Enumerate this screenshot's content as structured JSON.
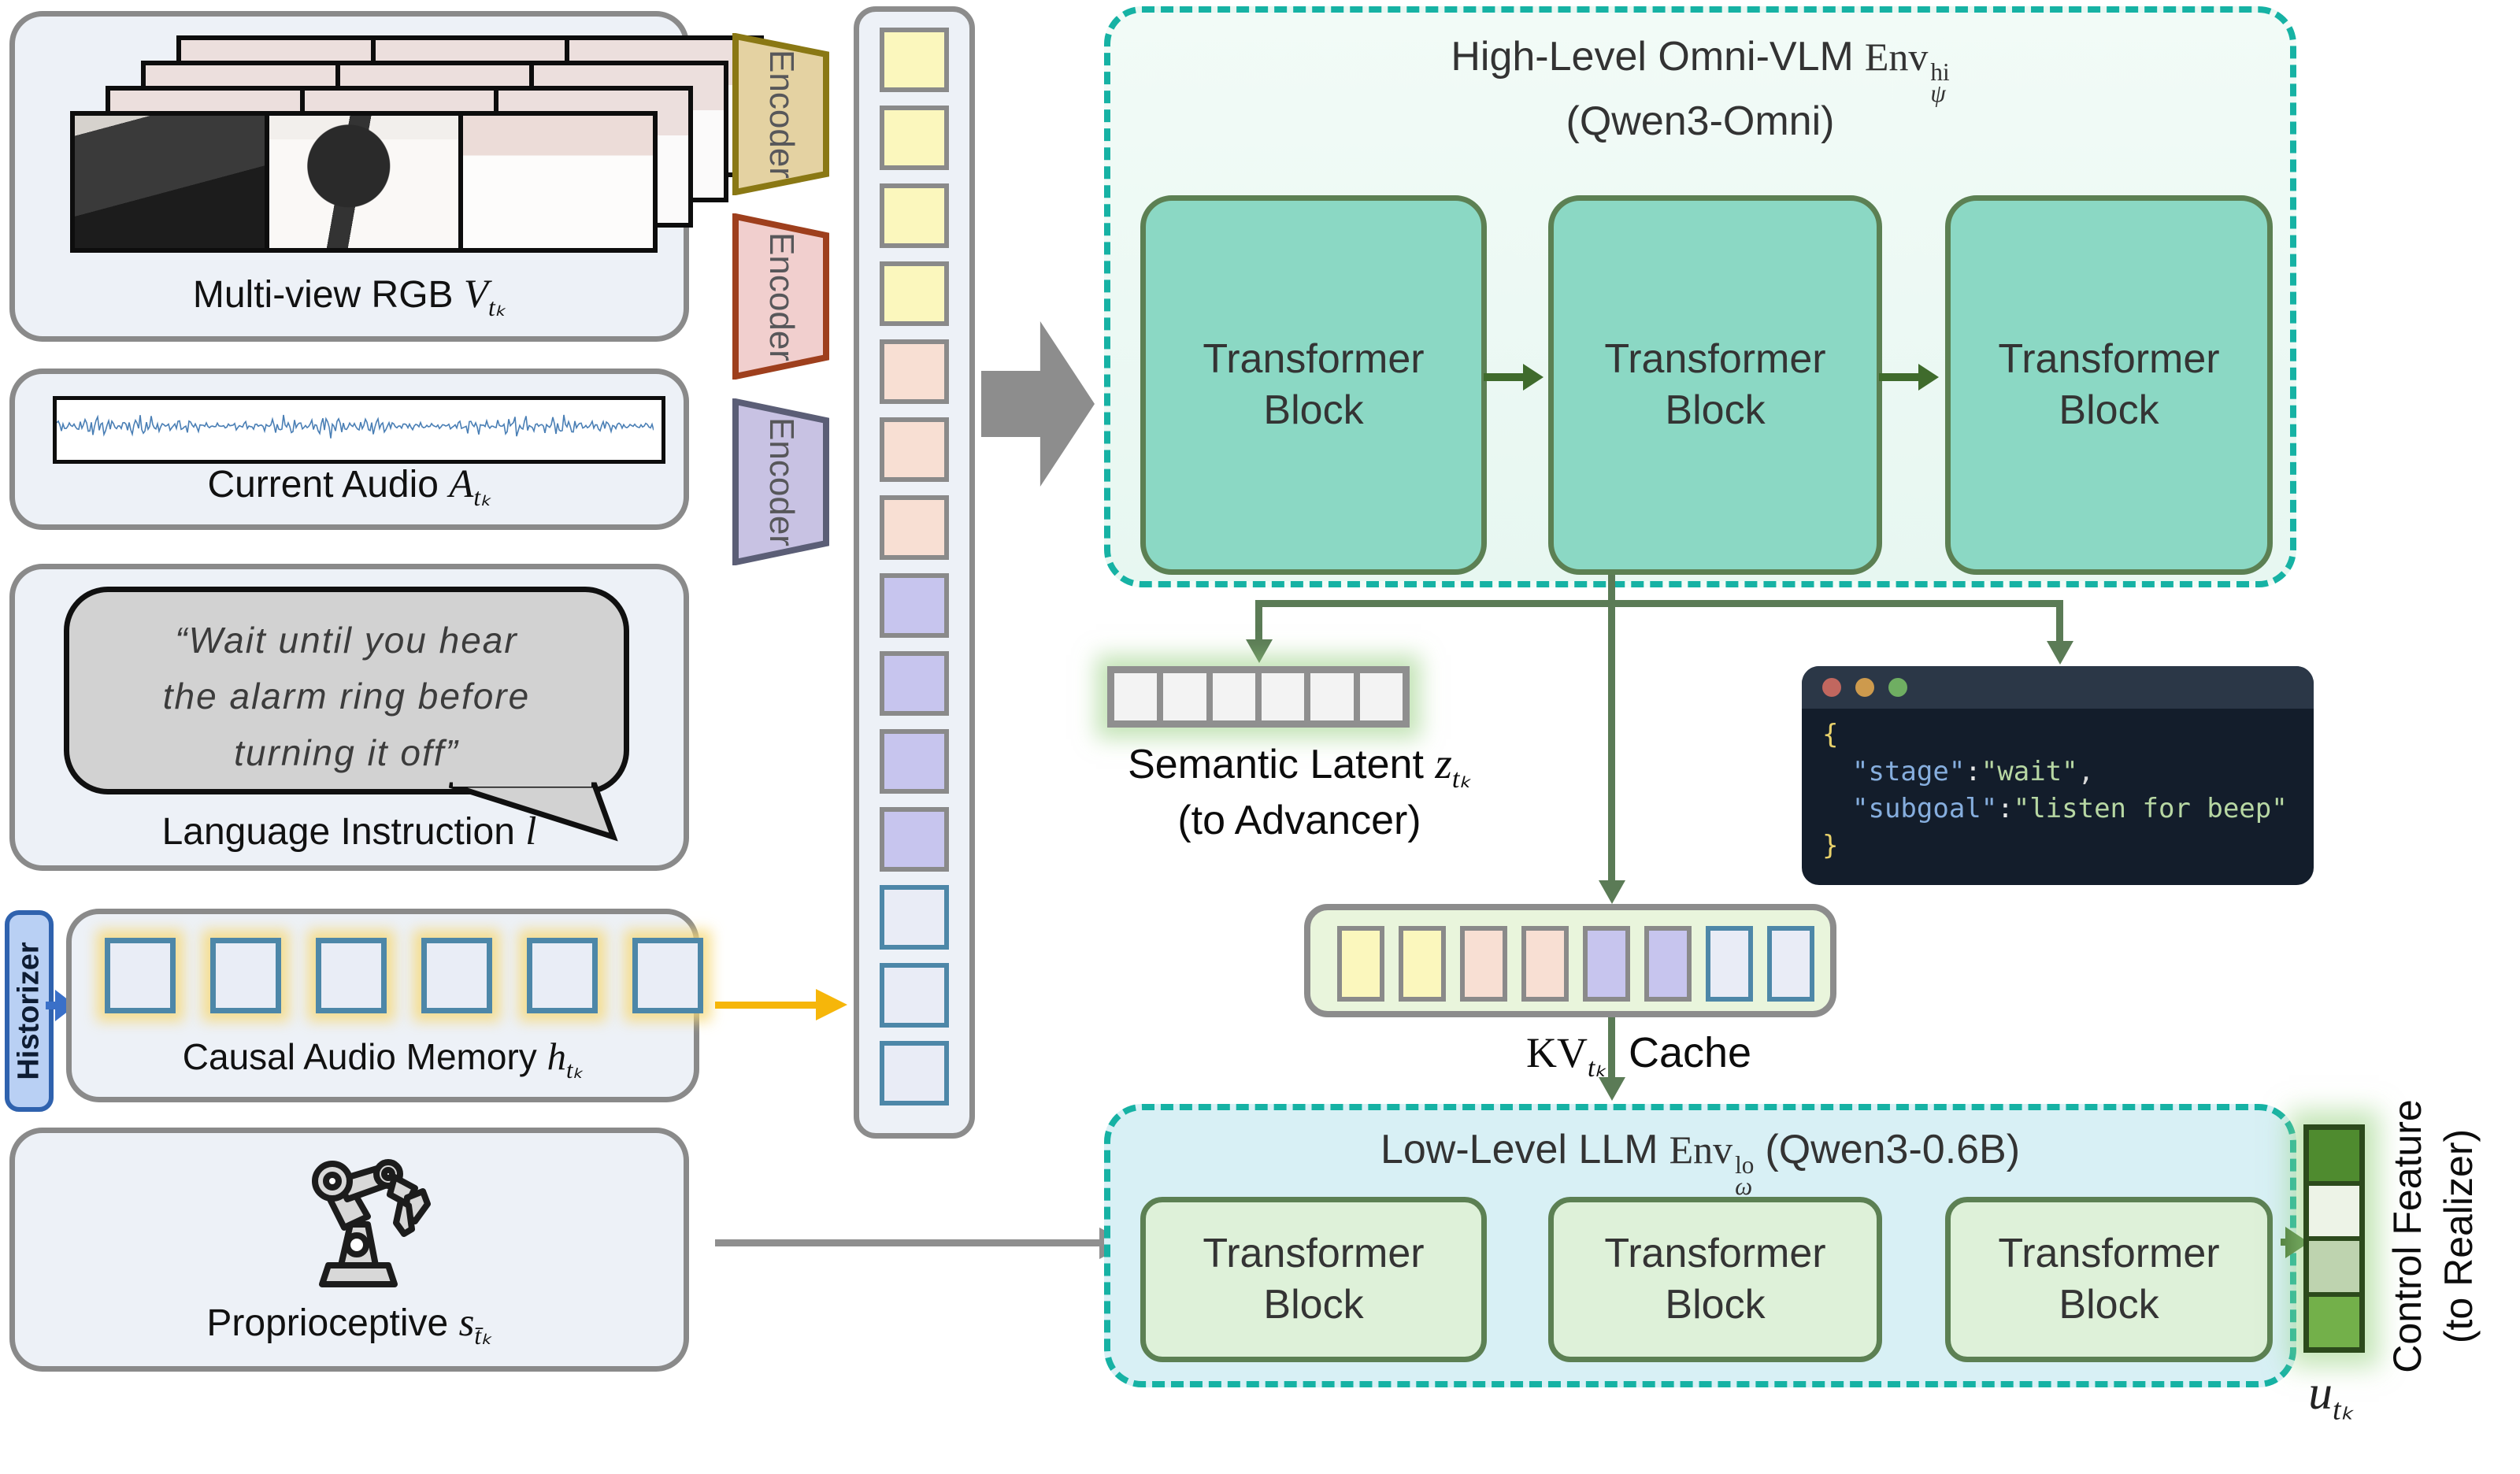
{
  "inputs": {
    "rgb": {
      "label": "Multi-view RGB",
      "sym": "V",
      "sub": "tₖ"
    },
    "audio": {
      "label": "Current Audio",
      "sym": "A",
      "sub": "tₖ"
    },
    "lang": {
      "label": "Language Instruction",
      "sym": "l",
      "quote": [
        "“Wait until you hear",
        "the alarm ring before",
        "turning it off”"
      ]
    },
    "memory": {
      "label": "Causal Audio Memory",
      "sym": "h",
      "sub": "tₖ",
      "historizer": "Historizer",
      "cell_count": 6
    },
    "proprio": {
      "label": "Proprioceptive",
      "sym": "s",
      "sub": "t̄ₖ"
    }
  },
  "encoders": [
    {
      "label": "Encoder",
      "fill": "#e4d2a2",
      "border": "#8a7814"
    },
    {
      "label": "Encoder",
      "fill": "#f1cfce",
      "border": "#9e3f1d"
    },
    {
      "label": "Encoder",
      "fill": "#c8c2e3",
      "border": "#5b5e76"
    }
  ],
  "token_column": {
    "tokens": [
      "video",
      "video",
      "video",
      "video",
      "audio",
      "audio",
      "audio",
      "text",
      "text",
      "text",
      "text",
      "memory",
      "memory",
      "memory"
    ],
    "styles": {
      "video": {
        "fill": "#fbf7bd",
        "border": "#8a8a8a"
      },
      "audio": {
        "fill": "#f8dfd3",
        "border": "#8a8a8a"
      },
      "text": {
        "fill": "#c7c5ee",
        "border": "#8a8a8a"
      },
      "memory": {
        "fill": "#e9ecf6",
        "border": "#4d87a8"
      }
    }
  },
  "high_level": {
    "title": "High-Level Omni-VLM",
    "env": "Env",
    "env_sup": "hi",
    "env_sub": "ψ",
    "subtitle": "(Qwen3-Omni)",
    "blocks": [
      "Transformer Block",
      "Transformer Block",
      "Transformer Block"
    ]
  },
  "semantic": {
    "label": "Semantic Latent",
    "sym": "z",
    "sub": "tₖ",
    "note": "(to Advancer)",
    "cell_count": 6
  },
  "code": {
    "open": "{",
    "close": "}",
    "l1_key": "\"stage\"",
    "l1_sep": ":",
    "l1_val": "\"wait\"",
    "l1_comma": ",",
    "l2_key": "\"subgoal\"",
    "l2_sep": ":",
    "l2_val": "\"listen for beep\""
  },
  "kv": {
    "kv": "KV",
    "sub": "tₖ",
    "cache": "Cache",
    "tokens": [
      "video",
      "video",
      "audio",
      "audio",
      "text",
      "text",
      "memory",
      "memory"
    ]
  },
  "low_level": {
    "title": "Low-Level LLM",
    "env": "Env",
    "env_sup": "lo",
    "env_sub": "ω",
    "tail": "(Qwen3-0.6B)",
    "blocks": [
      "Transformer Block",
      "Transformer Block",
      "Transformer Block"
    ]
  },
  "control": {
    "sym": "u",
    "sub": "tₖ",
    "label1": "Control Feature",
    "label2": "(to Realizer)",
    "cells": [
      "#4f8b2f",
      "#edf3e7",
      "#bed3af",
      "#73b04a"
    ]
  },
  "colors": {
    "teal_dash": "#16b2a4",
    "junction_green": "#5b7b56",
    "accent_yellow": "#f6b60a",
    "window_dots": [
      "#c1675f",
      "#cd9a4d",
      "#6fae62"
    ]
  }
}
